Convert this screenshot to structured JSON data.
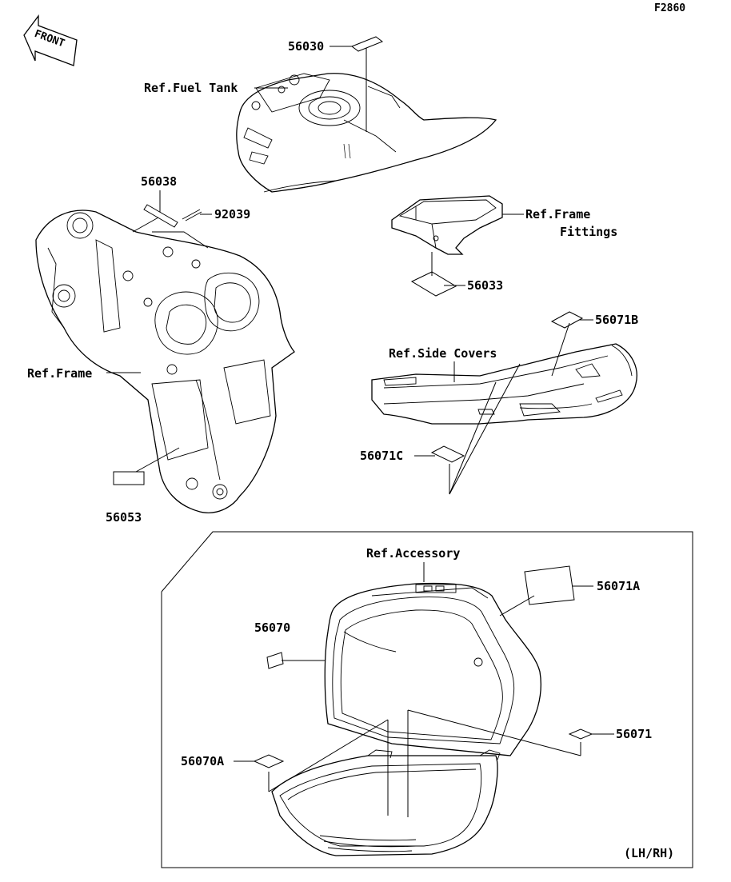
{
  "figure_code": "F2860",
  "front_arrow_text": "FRONT",
  "labels": {
    "p56030": "56030",
    "ref_fuel_tank": "Ref.Fuel Tank",
    "p56038": "56038",
    "p92039": "92039",
    "ref_frame_fittings_1": "Ref.Frame",
    "ref_frame_fittings_2": "Fittings",
    "p56033": "56033",
    "p56071B": "56071B",
    "ref_side_covers": "Ref.Side Covers",
    "ref_frame": "Ref.Frame",
    "p56071C": "56071C",
    "p56053": "56053",
    "ref_accessory": "Ref.Accessory",
    "p56071A": "56071A",
    "p56070": "56070",
    "p56071": "56071",
    "p56070A": "56070A",
    "lh_rh": "(LH/RH)"
  }
}
